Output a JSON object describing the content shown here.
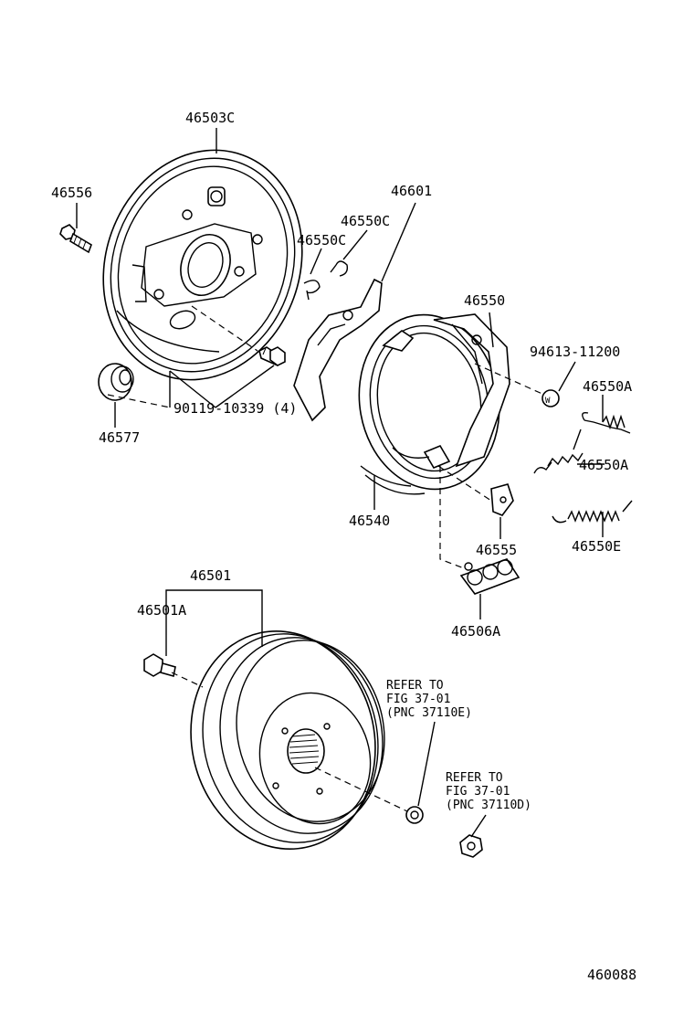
{
  "labels": {
    "p46503C": "46503C",
    "p46556": "46556",
    "p46601": "46601",
    "p46550C_a": "46550C",
    "p46550C_b": "46550C",
    "p46550": "46550",
    "p94613": "94613-11200",
    "p46550A_a": "46550A",
    "p46550A_b": "46550A",
    "p90119": "90119-10339 (4)",
    "p46577": "46577",
    "p46540": "46540",
    "p46555": "46555",
    "p46550E": "46550E",
    "p46501": "46501",
    "p46501A": "46501A",
    "p46506A": "46506A",
    "refer1": [
      "REFER TO",
      "FIG 37-01",
      "(PNC 37110E)"
    ],
    "refer2": [
      "REFER TO",
      "FIG 37-01",
      "(PNC 37110D)"
    ],
    "figno": "460088"
  }
}
